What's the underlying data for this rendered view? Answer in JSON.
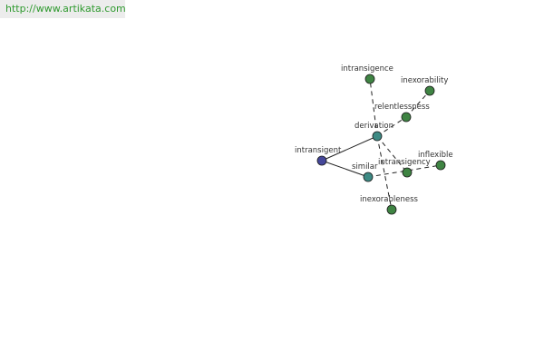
{
  "header": {
    "url": "http://www.artikata.com"
  },
  "graph": {
    "colors": {
      "root": "#45479a",
      "link": "#3d8a84",
      "leaf": "#3f8443",
      "edge": "#222222"
    },
    "nodes": [
      {
        "id": "intransigent",
        "label": "intransigent",
        "kind": "root"
      },
      {
        "id": "derivation",
        "label": "derivation",
        "kind": "link"
      },
      {
        "id": "similar",
        "label": "similar",
        "kind": "link"
      },
      {
        "id": "intransigence",
        "label": "intransigence",
        "kind": "leaf"
      },
      {
        "id": "inexorability",
        "label": "inexorability",
        "kind": "leaf"
      },
      {
        "id": "relentlessness",
        "label": "relentlessness",
        "kind": "leaf"
      },
      {
        "id": "intransigency",
        "label": "intransigency",
        "kind": "leaf"
      },
      {
        "id": "inflexible",
        "label": "inflexible",
        "kind": "leaf"
      },
      {
        "id": "inexorableness",
        "label": "inexorableness",
        "kind": "leaf"
      }
    ],
    "edges": [
      {
        "from": "intransigent",
        "to": "derivation",
        "style": "solid"
      },
      {
        "from": "intransigent",
        "to": "similar",
        "style": "solid"
      },
      {
        "from": "derivation",
        "to": "intransigence",
        "style": "dashed"
      },
      {
        "from": "derivation",
        "to": "relentlessness",
        "style": "dashed"
      },
      {
        "from": "derivation",
        "to": "intransigency",
        "style": "dashed"
      },
      {
        "from": "derivation",
        "to": "inexorableness",
        "style": "dashed"
      },
      {
        "from": "relentlessness",
        "to": "inexorability",
        "style": "dashed"
      },
      {
        "from": "similar",
        "to": "inflexible",
        "style": "dashed"
      }
    ]
  }
}
